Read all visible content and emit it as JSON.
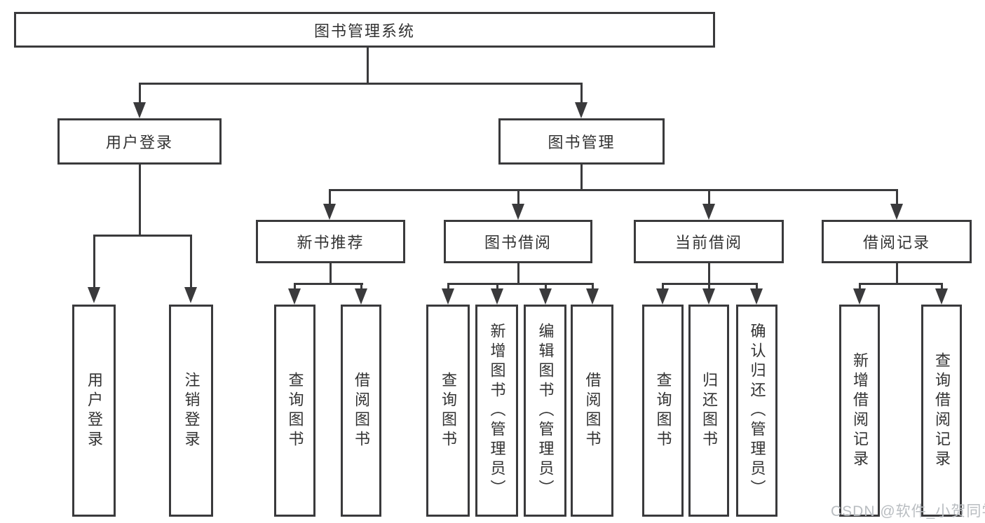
{
  "colors": {
    "line": "#3a3a3c",
    "text": "#333333",
    "watermark": "#b9bdc1",
    "background": "#ffffff"
  },
  "nodes": {
    "root": {
      "label": "图书管理系统"
    },
    "user_login": {
      "label": "用户登录",
      "children": [
        {
          "label": "用户登录"
        },
        {
          "label": "注销登录"
        }
      ]
    },
    "book_mgmt": {
      "label": "图书管理"
    },
    "new_book_rec": {
      "label": "新书推荐",
      "children": [
        {
          "label": "查询图书"
        },
        {
          "label": "借阅图书"
        }
      ]
    },
    "book_borrow": {
      "label": "图书借阅",
      "children": [
        {
          "label": "查询图书"
        },
        {
          "label": "新增图书（管理员）"
        },
        {
          "label": "编辑图书（管理员）"
        },
        {
          "label": "借阅图书"
        }
      ]
    },
    "current_borrow": {
      "label": "当前借阅",
      "children": [
        {
          "label": "查询图书"
        },
        {
          "label": "归还图书"
        },
        {
          "label": "确认归还（管理员）"
        }
      ]
    },
    "borrow_records": {
      "label": "借阅记录",
      "children": [
        {
          "label": "新增借阅记录"
        },
        {
          "label": "查询借阅记录"
        }
      ]
    }
  },
  "watermark": {
    "text": "CSDN @软件_小贺同学"
  }
}
